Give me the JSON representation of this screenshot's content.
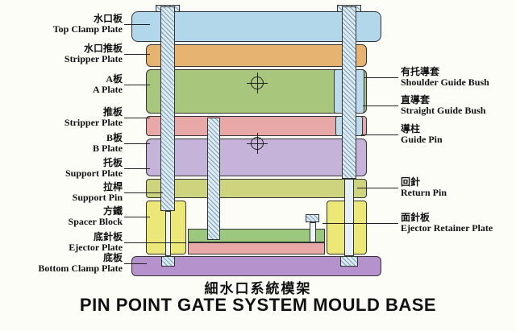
{
  "title": {
    "chinese": "細水口系統模架",
    "english": "PIN POINT GATE SYSTEM MOULD BASE"
  },
  "left_labels": [
    {
      "cn": "水口板",
      "en": "Top Clamp Plate"
    },
    {
      "cn": "水口推板",
      "en": "Stripper Plate"
    },
    {
      "cn": "A板",
      "en": "A Plate"
    },
    {
      "cn": "推板",
      "en": "Stripper Plate"
    },
    {
      "cn": "B板",
      "en": "B Plate"
    },
    {
      "cn": "托板",
      "en": "Support Plate"
    },
    {
      "cn": "拉桿",
      "en": "Support Pin"
    },
    {
      "cn": "方鐵",
      "en": "Spacer Block"
    },
    {
      "cn": "底針板",
      "en": "Ejector Plate"
    },
    {
      "cn": "底板",
      "en": "Bottom Clamp Plate"
    }
  ],
  "right_labels": [
    {
      "cn": "有托導套",
      "en": "Shoulder Guide Bush"
    },
    {
      "cn": "直導套",
      "en": "Straight Guide Bush"
    },
    {
      "cn": "導柱",
      "en": "Guide Pin"
    },
    {
      "cn": "回針",
      "en": "Return Pin"
    },
    {
      "cn": "面針板",
      "en": "Ejector Retainer Plate"
    }
  ],
  "colors": {
    "top_clamp_plate": "#b2d7ea",
    "stripper_plate_upper": "#e6b470",
    "a_plate": "#a8c77d",
    "stripper_plate_lower": "#e8a8a8",
    "b_plate": "#c6b3da",
    "support_plate": "#cdd47d",
    "spacer_block": "#ebe878",
    "ejector_retainer_plate": "#9cc87e",
    "ejector_plate": "#e8a8a8",
    "bottom_clamp_plate": "#b592cb",
    "guide_bush": "#bcdcee",
    "pin_fill": "#d9ecf6"
  }
}
